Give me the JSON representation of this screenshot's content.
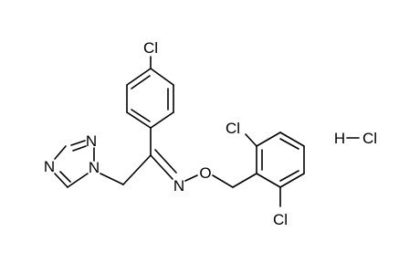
{
  "molecule": {
    "labels": {
      "cl_para": "Cl",
      "cl_ortho_top": "Cl",
      "cl_ortho_bottom": "Cl",
      "n_triazole_1": "N",
      "n_triazole_2": "N",
      "n_triazole_4": "N",
      "o_ether": "O",
      "n_oxime": "N"
    },
    "salt": {
      "h": "H",
      "cl": "Cl"
    }
  },
  "colors": {
    "ink": "#000000",
    "background": "#ffffff"
  }
}
